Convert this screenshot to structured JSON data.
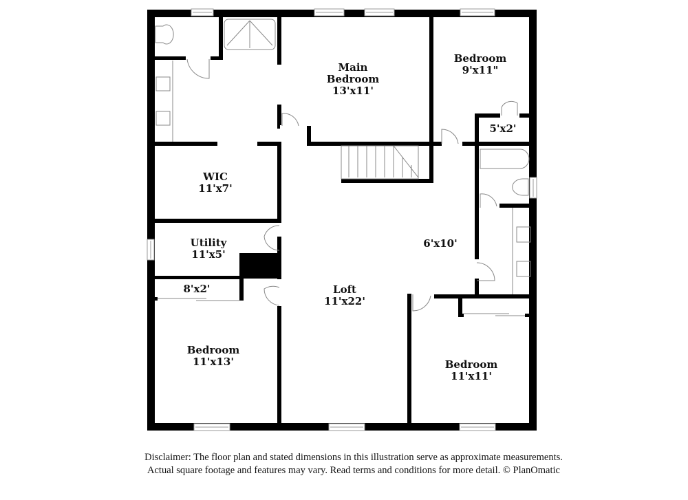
{
  "floor_plan": {
    "rooms": [
      {
        "id": "main-bedroom",
        "name": "Main",
        "name2": "Bedroom",
        "dims": "13'x11'"
      },
      {
        "id": "bedroom-ne",
        "name": "Bedroom",
        "dims": "9'x11\""
      },
      {
        "id": "closet-ne",
        "dims": "5'x2'"
      },
      {
        "id": "wic",
        "name": "WIC",
        "dims": "11'x7'"
      },
      {
        "id": "utility",
        "name": "Utility",
        "dims": "11'x5'"
      },
      {
        "id": "closet-w",
        "dims": "8'x2'"
      },
      {
        "id": "hall",
        "dims": "6'x10'"
      },
      {
        "id": "loft",
        "name": "Loft",
        "dims": "11'x22'"
      },
      {
        "id": "bedroom-sw",
        "name": "Bedroom",
        "dims": "11'x13'"
      },
      {
        "id": "bedroom-se",
        "name": "Bedroom",
        "dims": "11'x11'"
      }
    ]
  },
  "disclaimer": {
    "line1": "Disclaimer: The floor plan and stated dimensions in this illustration serve as approximate measurements.",
    "line2": "Actual square footage and features may vary. Read terms and conditions for more detail. © PlanOmatic"
  },
  "colors": {
    "wall": "#000000",
    "fixture": "#888888",
    "background": "#ffffff"
  }
}
